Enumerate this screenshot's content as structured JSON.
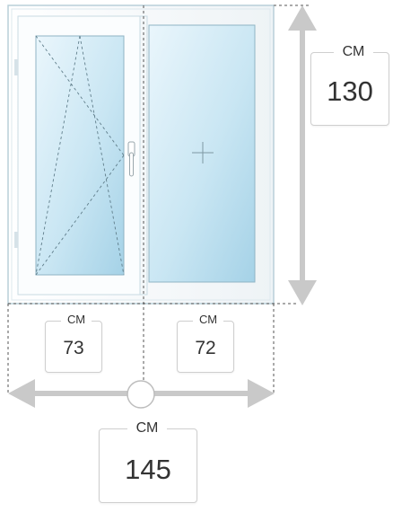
{
  "unit_label": "СМ",
  "dimensions": {
    "height": {
      "unit": "СМ",
      "value": "130"
    },
    "left_sash_width": {
      "unit": "СМ",
      "value": "73"
    },
    "right_sash_width": {
      "unit": "СМ",
      "value": "72"
    },
    "total_width": {
      "unit": "СМ",
      "value": "145"
    }
  },
  "colors": {
    "frame": "#f6f9fb",
    "glass_light": "#e9f5fb",
    "glass_dark": "#a7d3e8",
    "arrow": "#c9c9c9",
    "dash": "#555555"
  },
  "icons": {
    "opening_scheme": "tilt-turn-lines-icon",
    "fixed_pane": "crosshair-icon",
    "handle": "window-handle-icon",
    "slider": "slider-knob-icon"
  }
}
